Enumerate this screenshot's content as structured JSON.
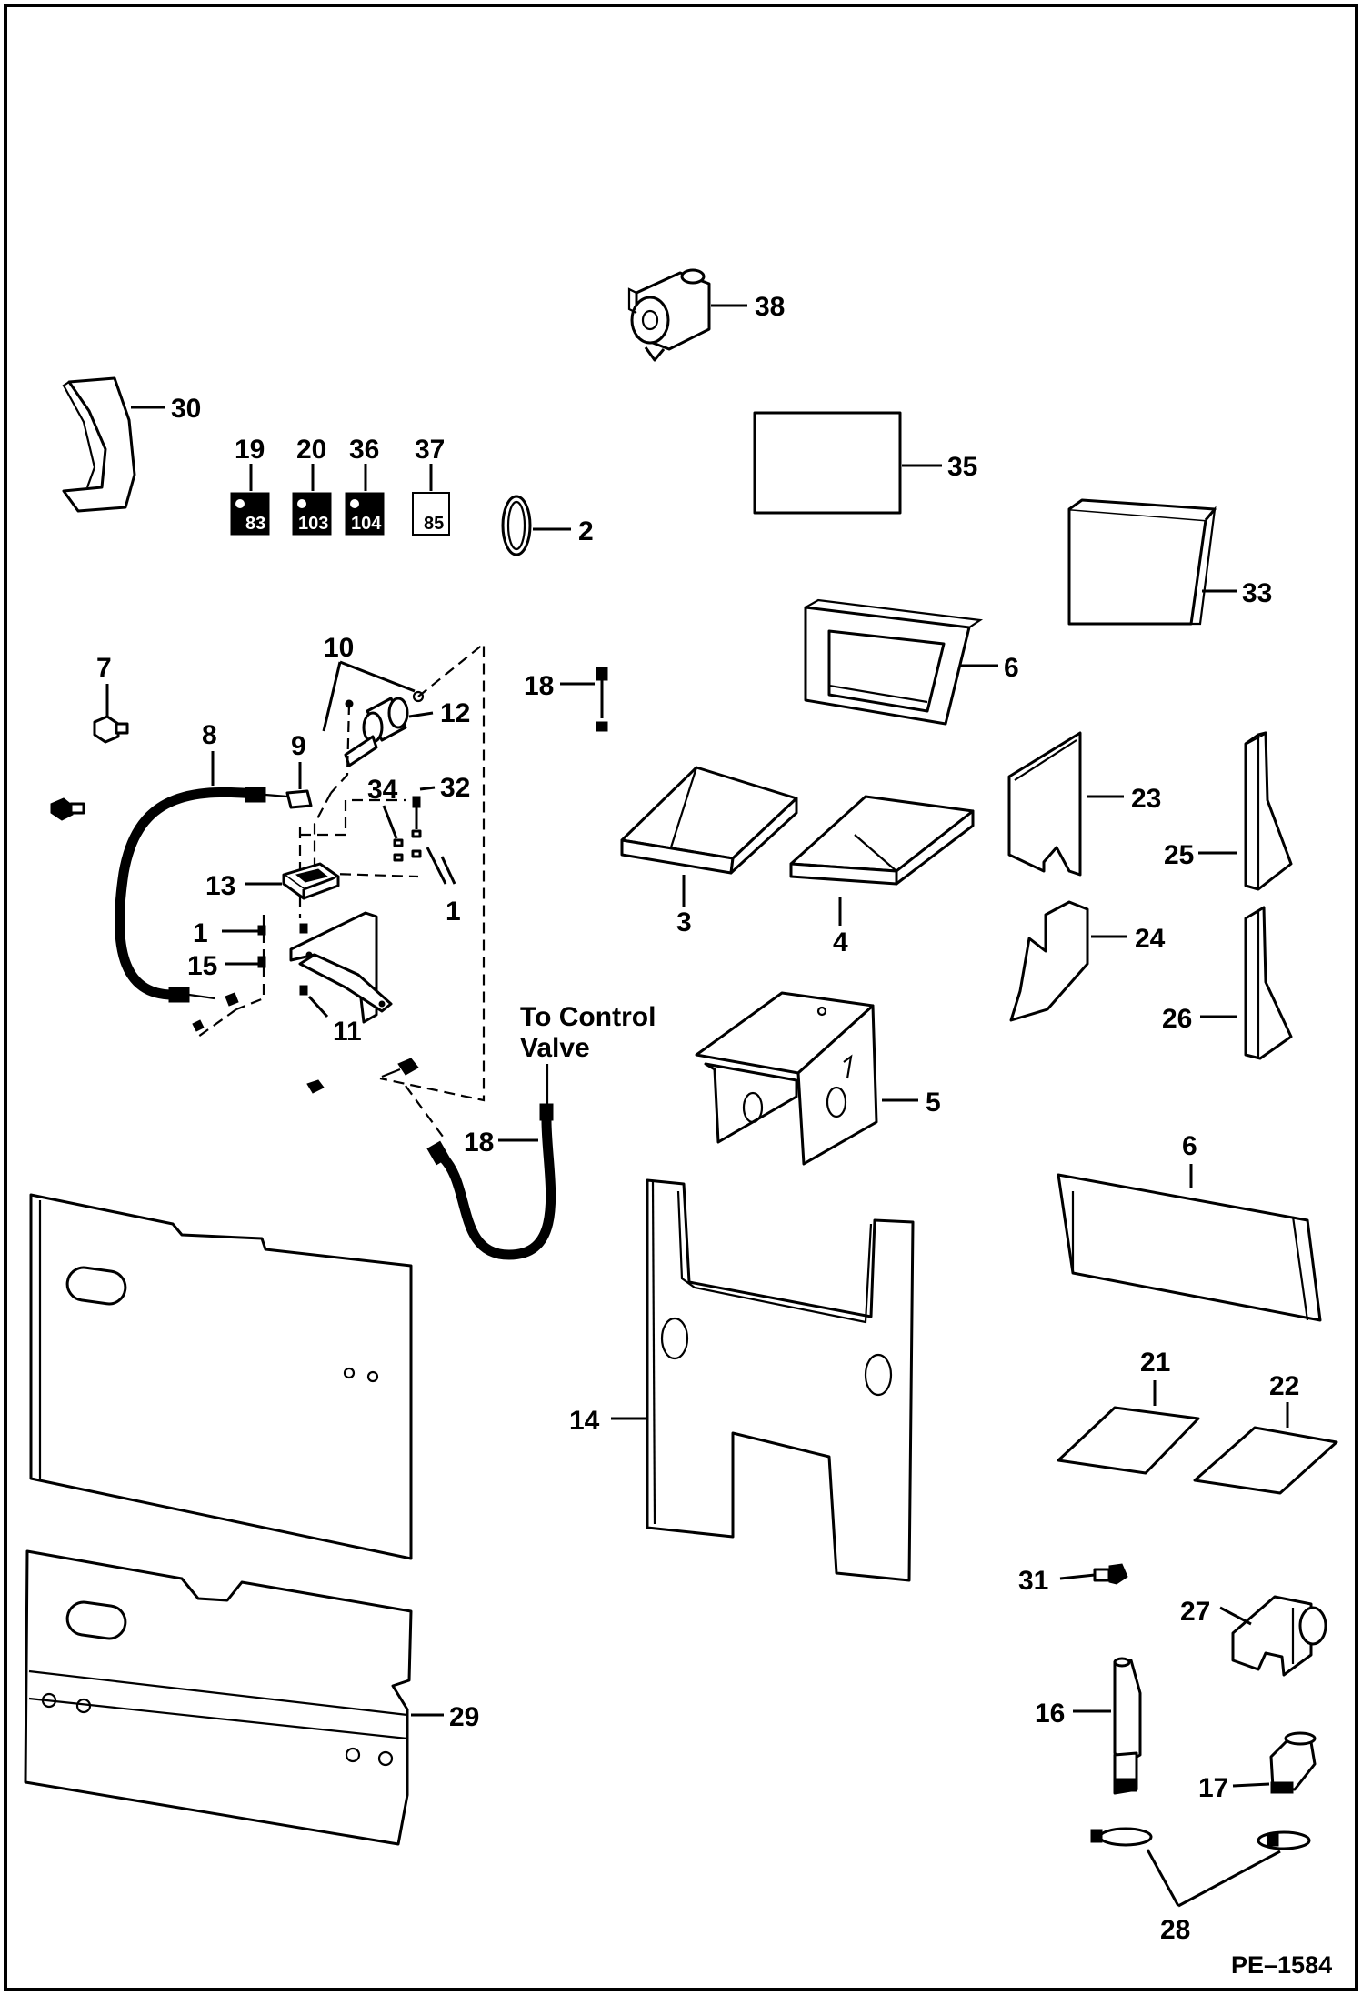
{
  "figure_code": "PE–1584",
  "callouts": {
    "c1a": "1",
    "c1b": "1",
    "c2": "2",
    "c3": "3",
    "c4": "4",
    "c5": "5",
    "c6a": "6",
    "c6b": "6",
    "c7": "7",
    "c8": "8",
    "c9": "9",
    "c10": "10",
    "c11": "11",
    "c12": "12",
    "c13": "13",
    "c14": "14",
    "c15": "15",
    "c16": "16",
    "c17": "17",
    "c18a": "18",
    "c18b": "18",
    "c19": "19",
    "c20": "20",
    "c21": "21",
    "c22": "22",
    "c23": "23",
    "c24": "24",
    "c25": "25",
    "c26": "26",
    "c27": "27",
    "c28": "28",
    "c29": "29",
    "c30": "30",
    "c31": "31",
    "c32": "32",
    "c33": "33",
    "c34": "34",
    "c35": "35",
    "c36": "36",
    "c37": "37",
    "c38": "38"
  },
  "note": {
    "line1": "To Control",
    "line2": "Valve"
  },
  "decals": {
    "d19": "83",
    "d20": "103",
    "d36": "104",
    "d37": "85"
  }
}
